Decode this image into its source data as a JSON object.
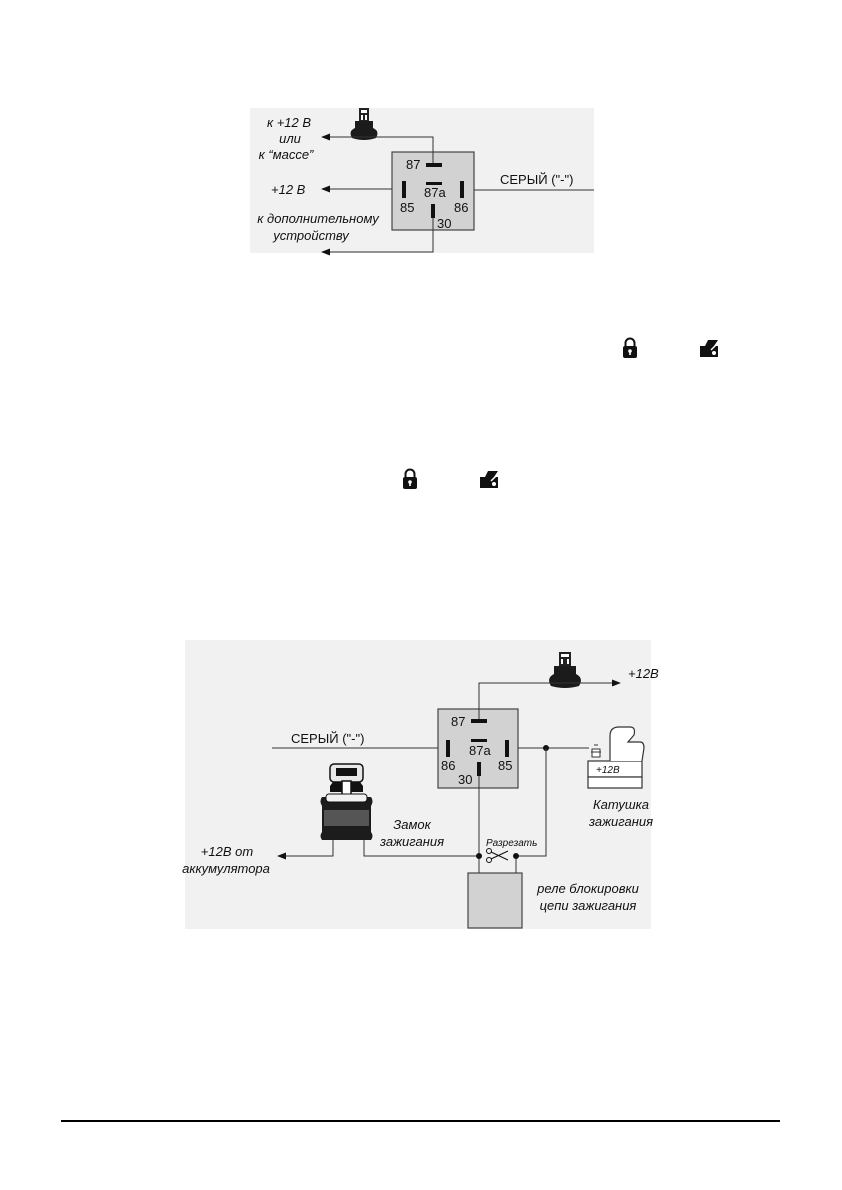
{
  "diagram1": {
    "labels": {
      "to_plus12_or_ground_1": "к +12 В",
      "to_plus12_or_ground_2": "или",
      "to_plus12_or_ground_3": "к “массе”",
      "plus12": "+12 В",
      "to_extra_device_1": "к дополнительному",
      "to_extra_device_2": "устройству",
      "grey_wire": "СЕРЫЙ (\"-\")"
    },
    "relay_pins": {
      "p87": "87",
      "p87a": "87a",
      "p85": "85",
      "p86": "86",
      "p30": "30"
    }
  },
  "inline_icons": [
    "lock-icon",
    "trunk-icon"
  ],
  "diagram2": {
    "labels": {
      "plus12": "+12В",
      "grey_wire": "СЕРЫЙ (\"-\")",
      "coil_1": "Катушка",
      "coil_2": "зажигания",
      "coil_plus": "+12В",
      "ign_lock_1": "Замок",
      "ign_lock_2": "зажигания",
      "cut": "Разрезать",
      "battery_1": "+12В от",
      "battery_2": "аккумулятора",
      "block_relay_1": "реле блокировки",
      "block_relay_2": "цепи зажигания"
    },
    "relay_pins": {
      "p87": "87",
      "p87a": "87a",
      "p85": "85",
      "p86": "86",
      "p30": "30"
    }
  }
}
